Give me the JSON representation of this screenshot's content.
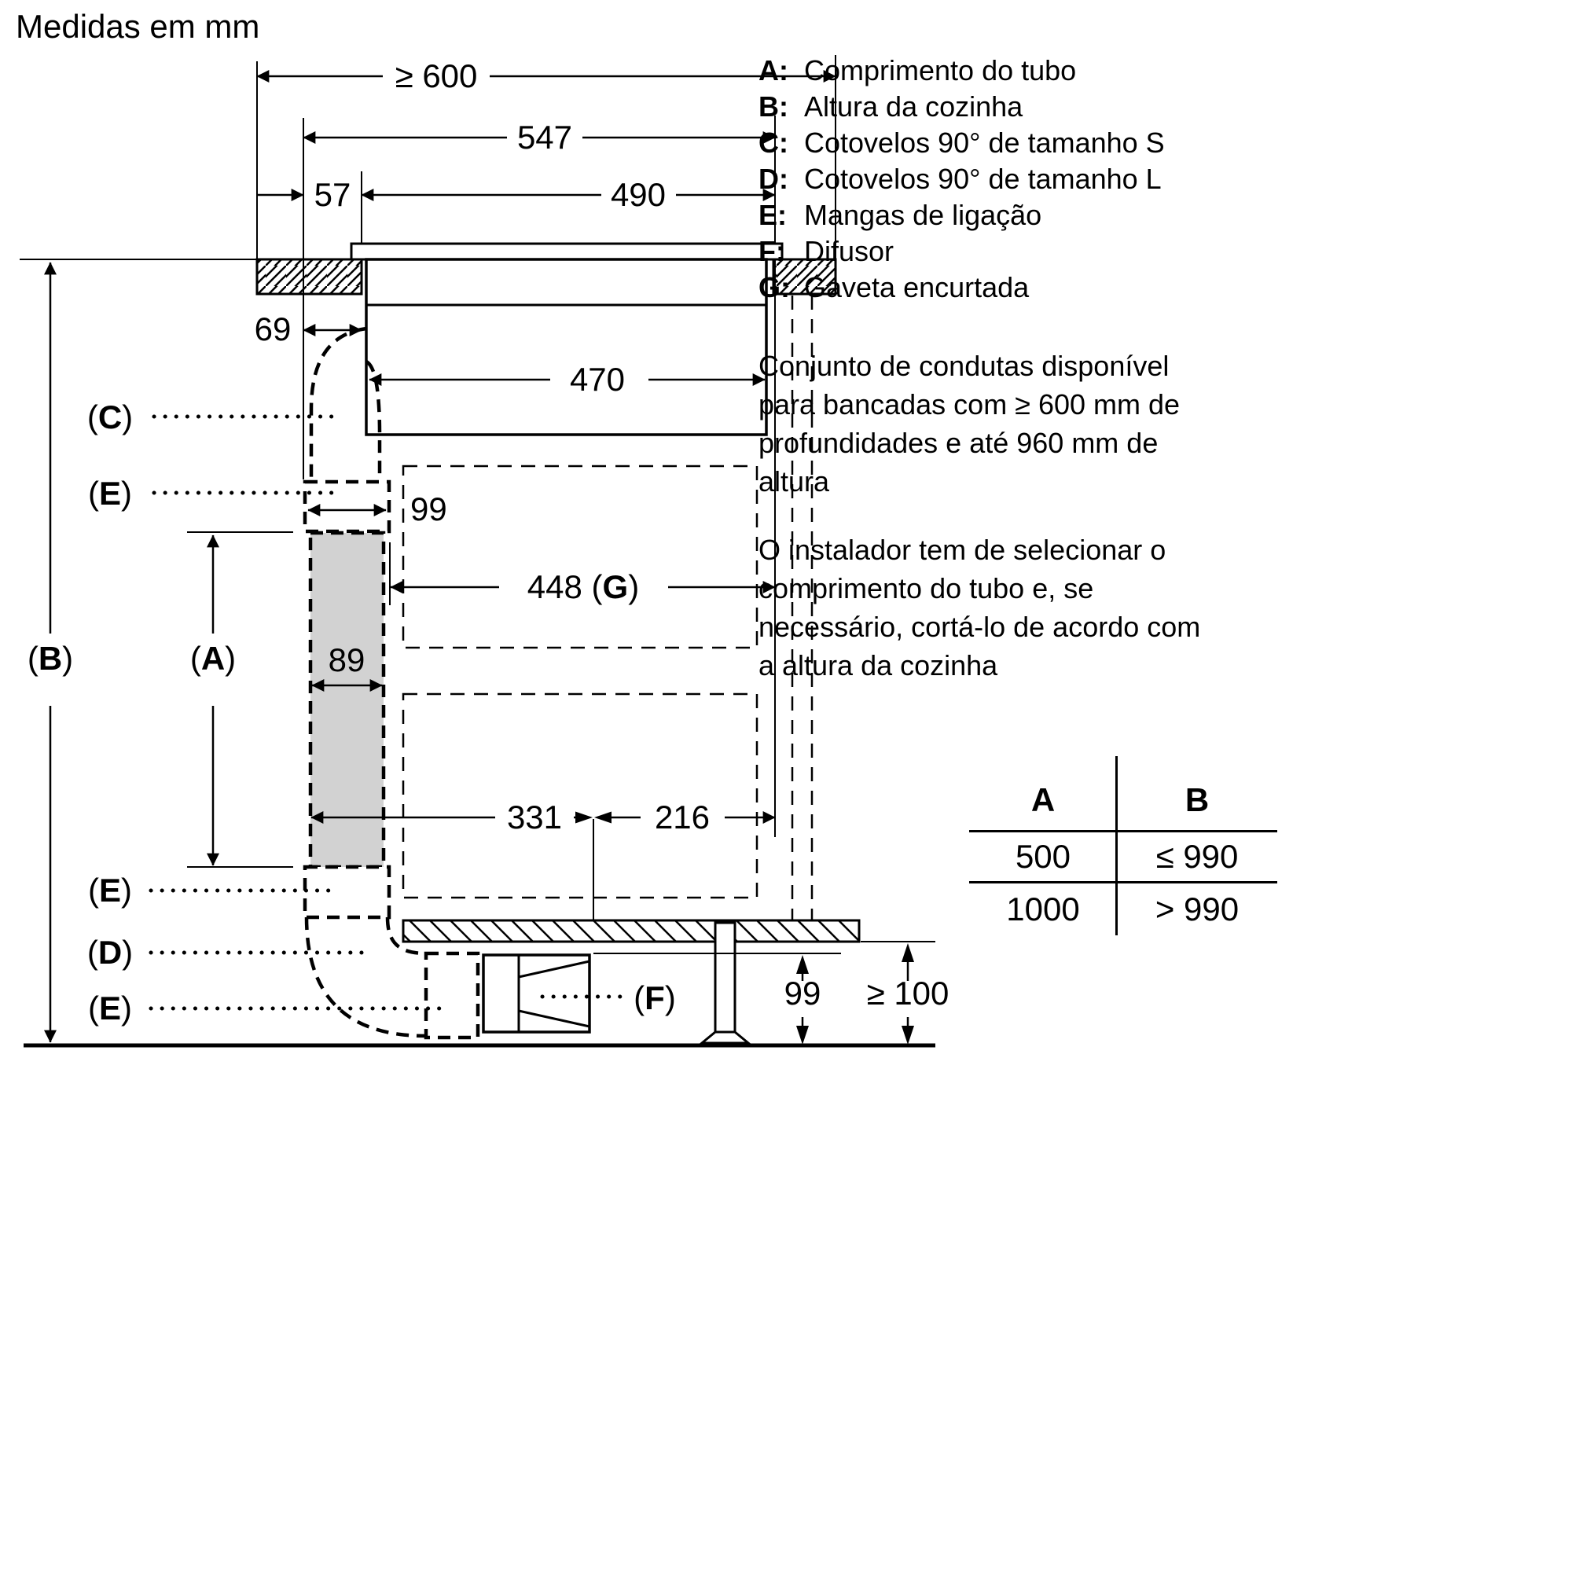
{
  "title": "Medidas em mm",
  "colors": {
    "ink": "#000000",
    "tube_fill": "#d2d2d2",
    "background": "#ffffff"
  },
  "legend": {
    "items": [
      {
        "key": "A:",
        "label": "Comprimento do tubo"
      },
      {
        "key": "B:",
        "label": "Altura da cozinha"
      },
      {
        "key": "C:",
        "label": "Cotovelos 90° de tamanho S"
      },
      {
        "key": "D:",
        "label": "Cotovelos 90° de tamanho L"
      },
      {
        "key": "E:",
        "label": "Mangas de ligação"
      },
      {
        "key": "F:",
        "label": "Difusor"
      },
      {
        "key": "G:",
        "label": "Gaveta encurtada"
      }
    ]
  },
  "notes": {
    "p1_lines": [
      "Conjunto de condutas disponível",
      "para bancadas com ≥ 600 mm de",
      "profundidades e até 960 mm de",
      "altura"
    ],
    "p2_lines": [
      "O instalador tem de selecionar o",
      "comprimento do tubo e, se",
      "necessário, cortá-lo de acordo com",
      "a altura da cozinha"
    ]
  },
  "table": {
    "headers": [
      "A",
      "B"
    ],
    "rows": [
      [
        "500",
        "≤ 990"
      ],
      [
        "1000",
        "> 990"
      ]
    ]
  },
  "dims": {
    "worktop_depth": "≥ 600",
    "hob_depth": "547",
    "front_clearance": "57",
    "cutout_depth": "490",
    "front_overhang": "69",
    "body_depth": "470",
    "sleeve_width": "99",
    "drawer_depth": "448",
    "tube_width": "89",
    "rear_depth": "331",
    "front_depth": "216",
    "diffuser_height": "99",
    "plinth_height": "≥ 100"
  },
  "labels": {
    "A": "A",
    "B": "B",
    "C": "C",
    "D": "D",
    "E": "E",
    "F": "F",
    "G": "G"
  }
}
